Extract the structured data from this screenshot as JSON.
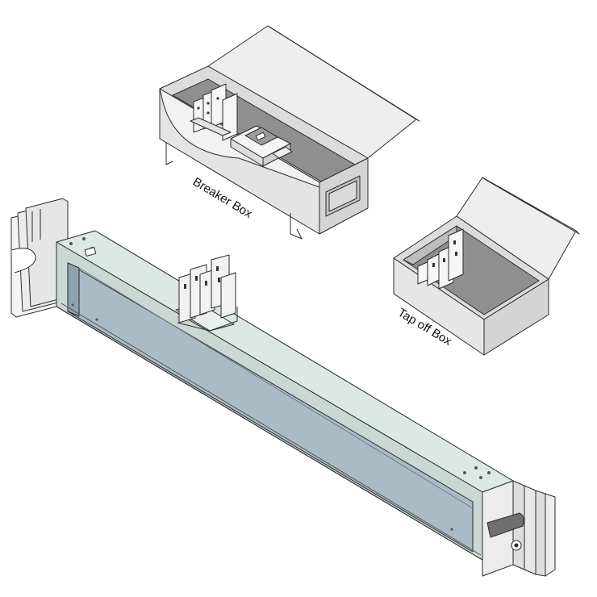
{
  "labels": {
    "breaker_box": "Breaker Box",
    "tap_off_box": "Tap off Box"
  },
  "colors": {
    "outline": "#2b2b2b",
    "box_face_light": "#eeeeee",
    "box_face_mid": "#d6d6d6",
    "box_interior": "#9a9a9a",
    "busway_top": "#dde8e4",
    "busway_panel": "#a9bcc6",
    "busway_side": "#c9d8d2"
  },
  "components": [
    {
      "id": "breaker-box",
      "label_key": "breaker_box"
    },
    {
      "id": "tap-off-box",
      "label_key": "tap_off_box"
    },
    {
      "id": "busway-section"
    }
  ]
}
